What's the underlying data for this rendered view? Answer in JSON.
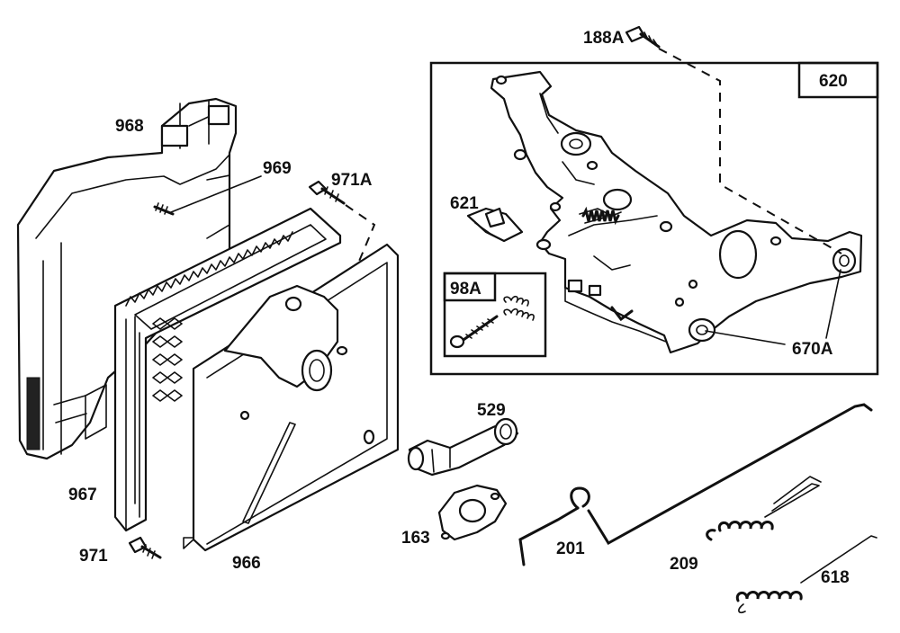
{
  "diagram": {
    "labels": {
      "p188A": "188A",
      "p620": "620",
      "p968": "968",
      "p969": "969",
      "p971A": "971A",
      "p621": "621",
      "p98A": "98A",
      "p670A": "670A",
      "p529": "529",
      "p967": "967",
      "p163": "163",
      "p201": "201",
      "p209": "209",
      "p618": "618",
      "p971": "971",
      "p966": "966"
    }
  }
}
